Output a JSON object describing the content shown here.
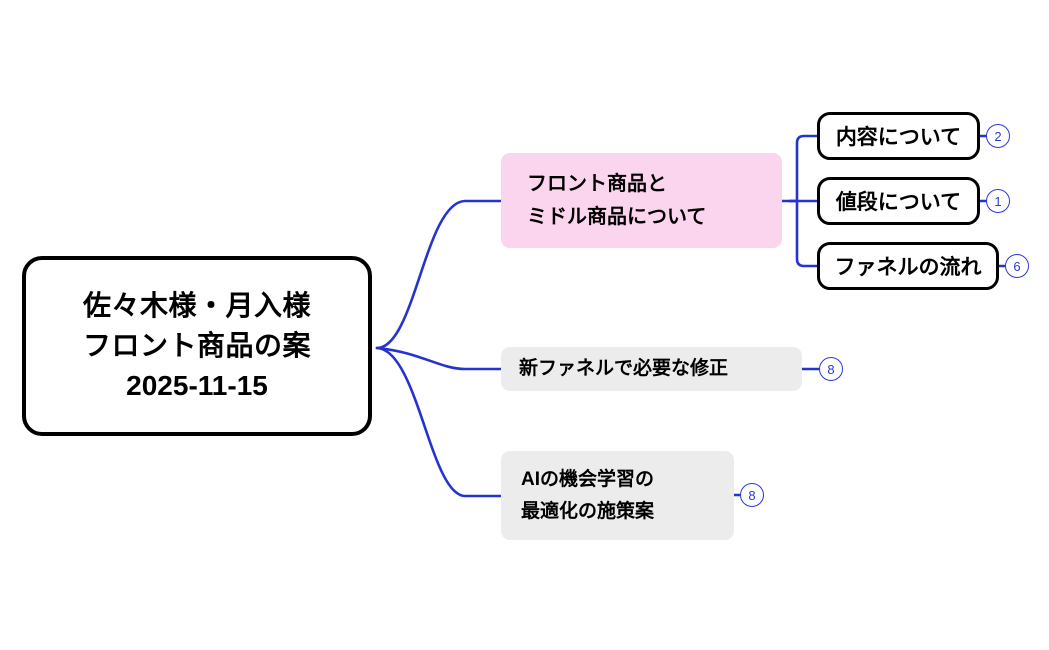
{
  "diagram": {
    "type": "mindmap",
    "colors": {
      "edge": "#2534cf",
      "root_border": "#000000",
      "pink_fill": "#fbd5ee",
      "gray_fill": "#ececec",
      "badge_stroke": "#2a3bd4",
      "badge_text": "#2a3bd4",
      "text": "#000000",
      "background": "#ffffff"
    },
    "root": {
      "line1": "佐々木様・月入様",
      "line2": "フロント商品の案",
      "line3": "2025-11-15"
    },
    "branches": [
      {
        "id": "front-middle",
        "line1": "フロント商品と",
        "line2": "ミドル商品について",
        "style": "pink",
        "children": [
          {
            "id": "content",
            "label": "内容について",
            "badge": "2",
            "style": "outlined"
          },
          {
            "id": "price",
            "label": "値段について",
            "badge": "1",
            "style": "outlined"
          },
          {
            "id": "funnel",
            "label": "ファネルの流れ",
            "badge": "6",
            "style": "outlined"
          }
        ]
      },
      {
        "id": "new-funnel-fix",
        "line1": "新ファネルで必要な修正",
        "style": "gray",
        "badge": "8",
        "children": []
      },
      {
        "id": "ai-optimization",
        "line1": "AIの機会学習の",
        "line2": "最適化の施策案",
        "style": "gray",
        "badge": "8",
        "children": []
      }
    ]
  }
}
